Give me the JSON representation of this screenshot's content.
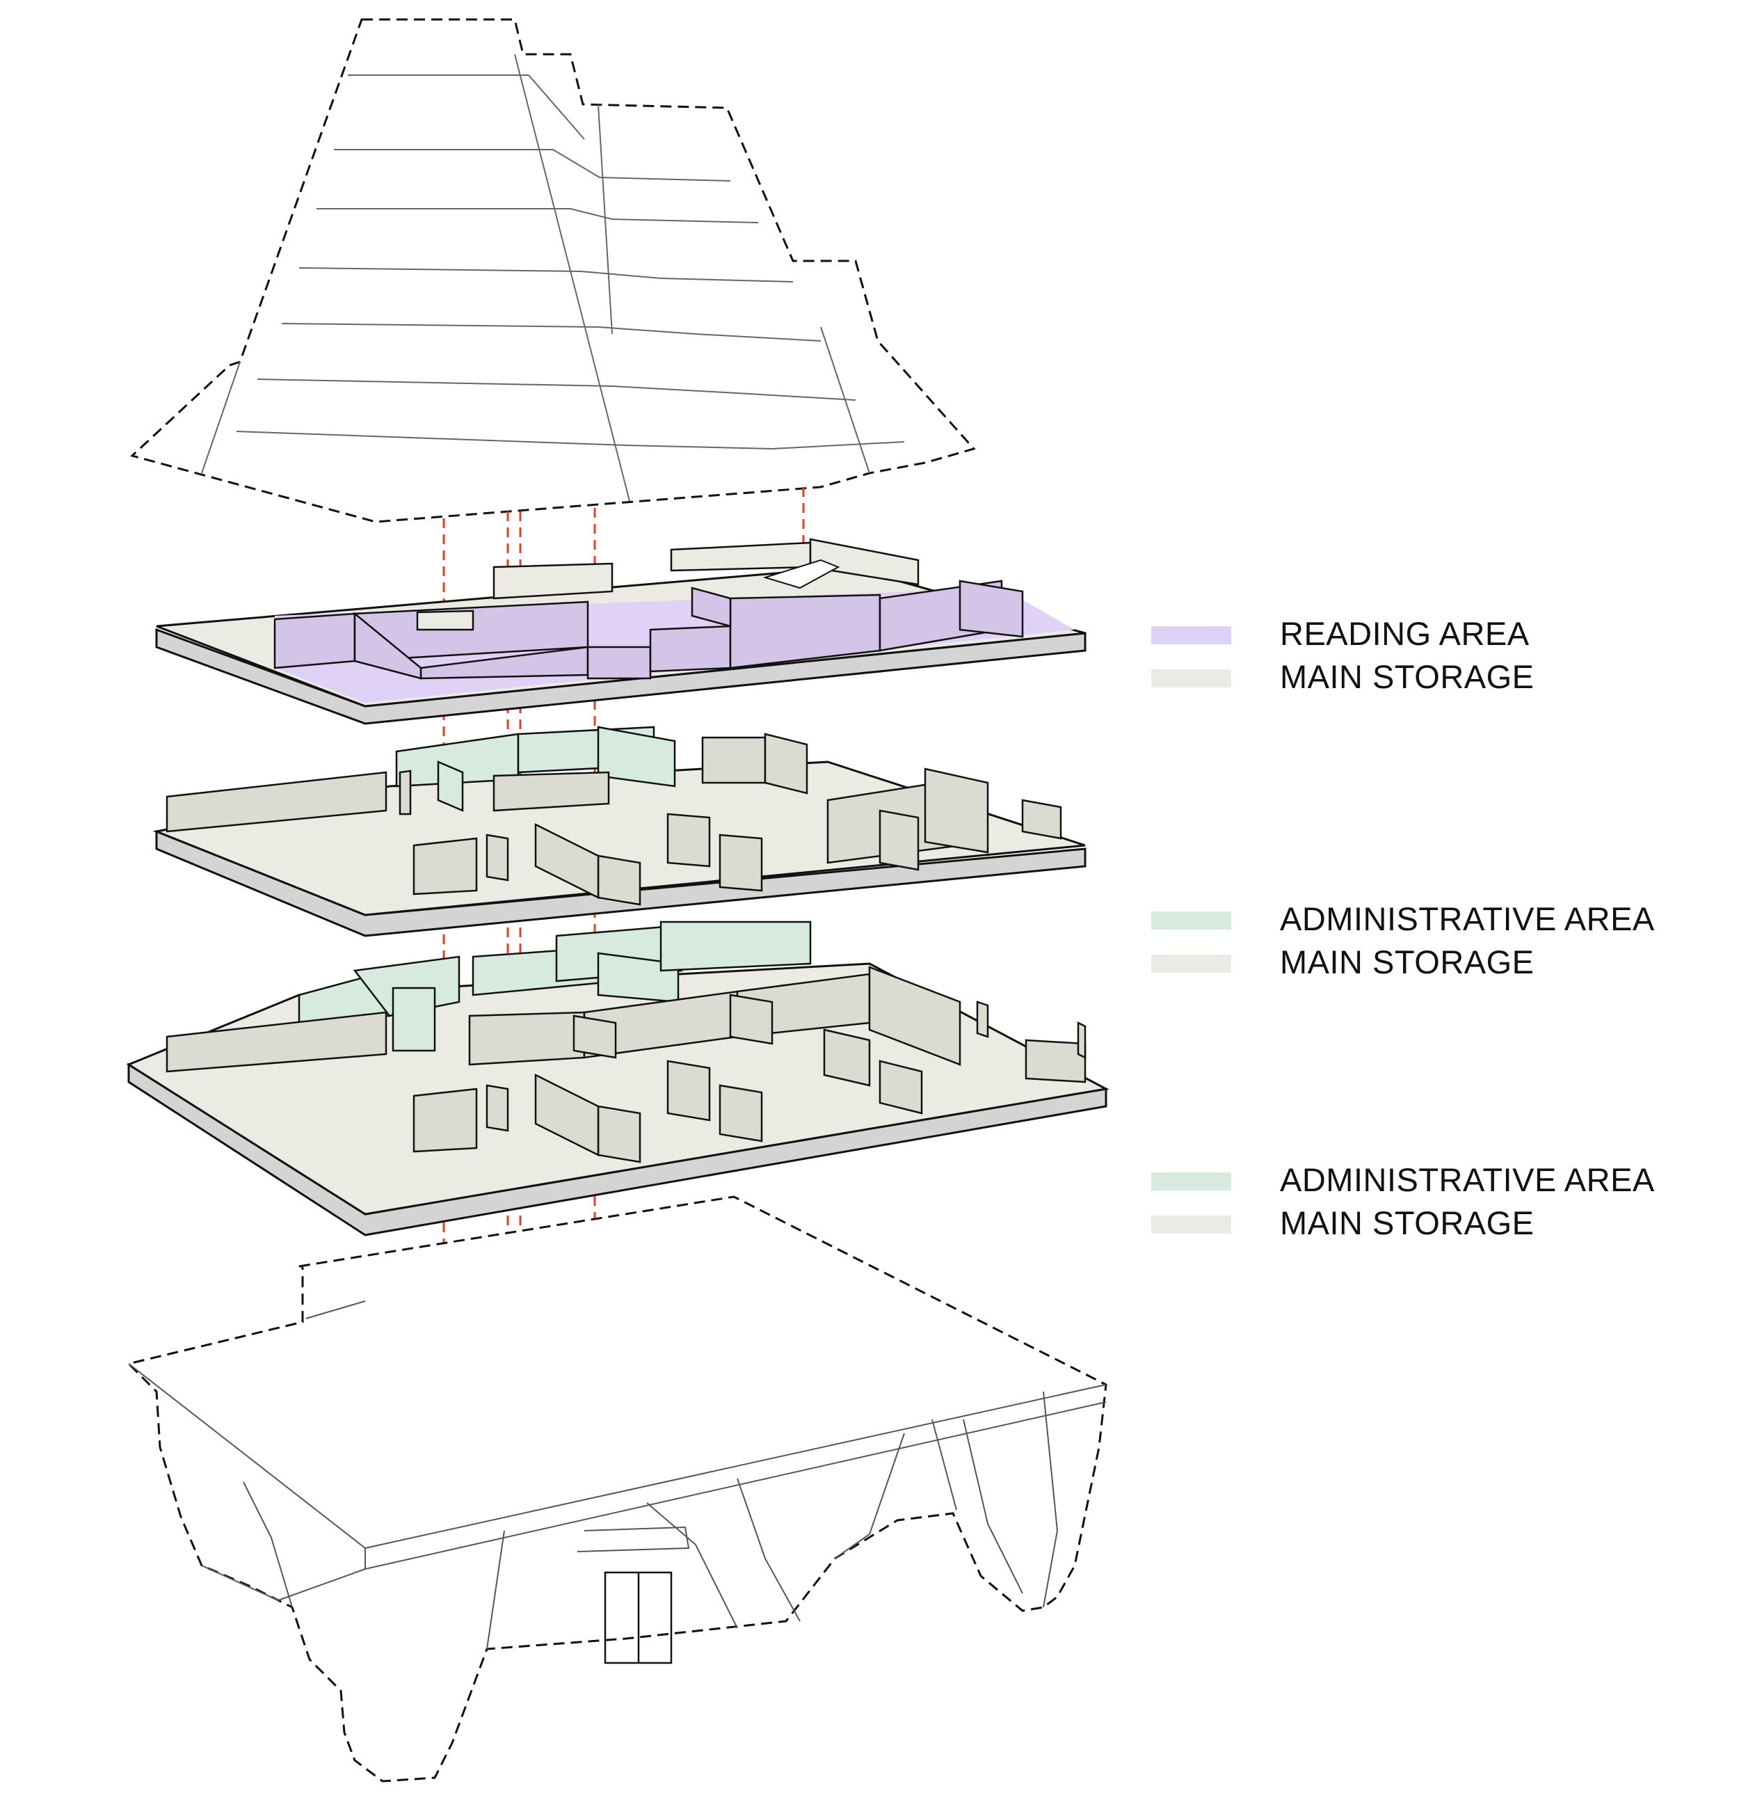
{
  "legends": [
    {
      "items": [
        {
          "label": "READING AREA",
          "color": "#e0d1f6"
        },
        {
          "label": "MAIN STORAGE",
          "color": "#ebebe3"
        }
      ]
    },
    {
      "items": [
        {
          "label": "ADMINISTRATIVE AREA",
          "color": "#d6ebde"
        },
        {
          "label": "MAIN STORAGE",
          "color": "#ebebe3"
        }
      ]
    },
    {
      "items": [
        {
          "label": "ADMINISTRATIVE AREA",
          "color": "#d6ebde"
        },
        {
          "label": "MAIN STORAGE",
          "color": "#ebebe3"
        }
      ]
    }
  ],
  "colors": {
    "reading": "#e0d1f6",
    "reading_wall": "#d3c4e8",
    "admin": "#d6ebde",
    "admin_wall": "#c9e1d2",
    "storage": "#ebebe3",
    "storage_wall": "#dcdbd2",
    "slab_edge": "#d4d4d4",
    "circulation": "#e8401c",
    "outline": "#111111"
  }
}
